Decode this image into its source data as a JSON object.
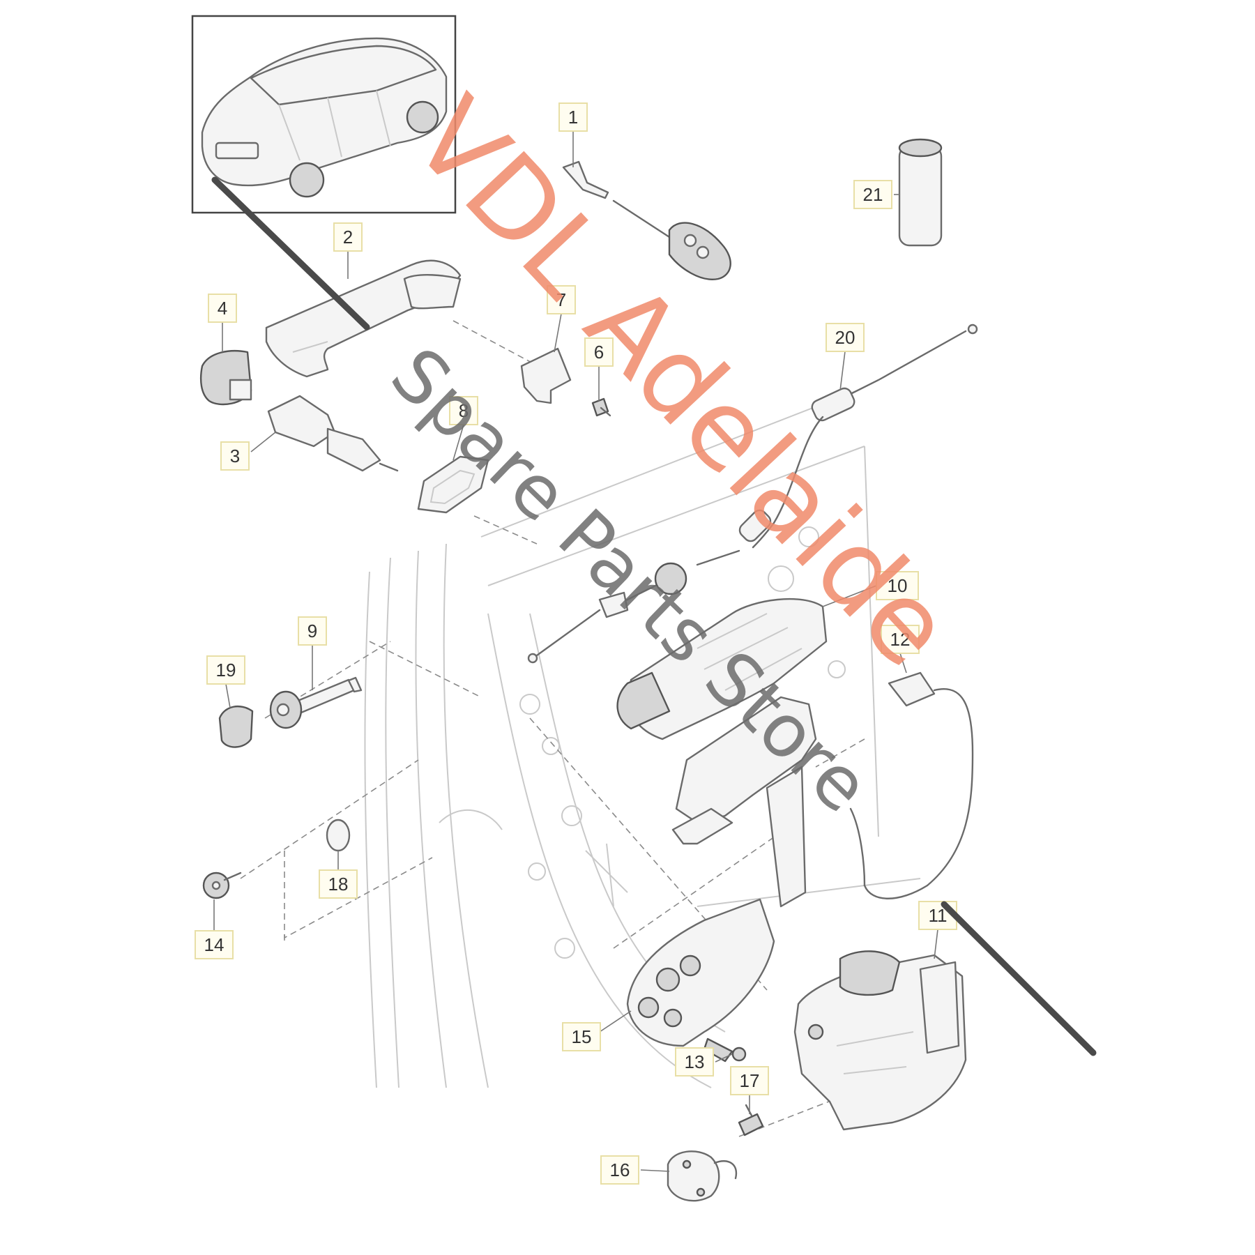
{
  "diagram": {
    "callouts": [
      "1",
      "2",
      "3",
      "4",
      "6",
      "7",
      "8",
      "9",
      "10",
      "11",
      "12",
      "13",
      "14",
      "15",
      "16",
      "17",
      "18",
      "19",
      "20",
      "21"
    ]
  },
  "watermark": {
    "main_text": "VDL Adelaide",
    "sub_text": "Spare Parts Store",
    "main_color": "#f08a6a",
    "sub_color": "#6b6b6b"
  },
  "colors": {
    "callout_fill": "#fffdf0",
    "callout_border": "#e8dfa6",
    "line_art": "#6a6a6a",
    "slash": "#4a4a4a"
  }
}
